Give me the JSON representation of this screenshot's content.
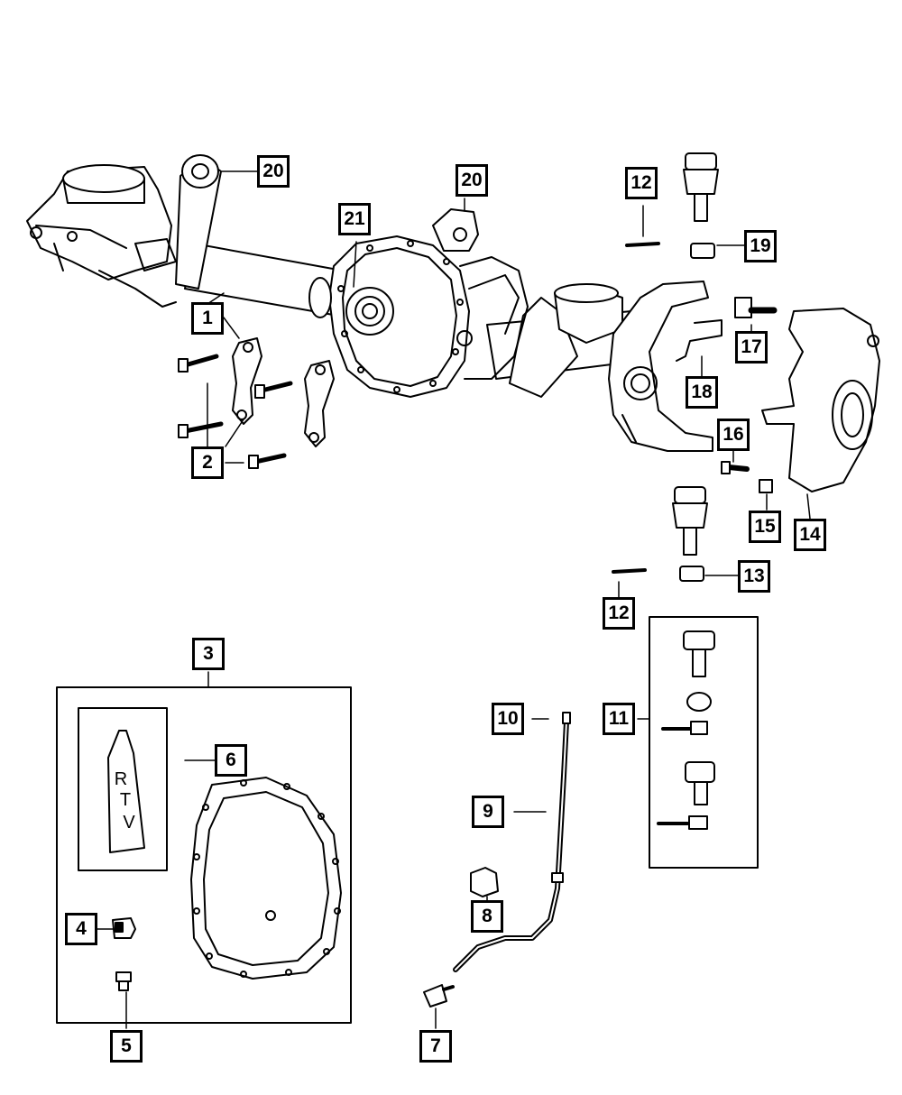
{
  "callouts": {
    "c1": "1",
    "c2": "2",
    "c3": "3",
    "c4": "4",
    "c5": "5",
    "c6": "6",
    "c7": "7",
    "c8": "8",
    "c9": "9",
    "c10": "10",
    "c11": "11",
    "c12a": "12",
    "c12b": "12",
    "c13": "13",
    "c14": "14",
    "c15": "15",
    "c16": "16",
    "c17": "17",
    "c18": "18",
    "c19": "19",
    "c20a": "20",
    "c20b": "20",
    "c21": "21"
  },
  "sealant_tube_label": {
    "l1": "R",
    "l2": "T",
    "l3": "V"
  },
  "colors": {
    "line": "#000000",
    "background": "#ffffff"
  }
}
